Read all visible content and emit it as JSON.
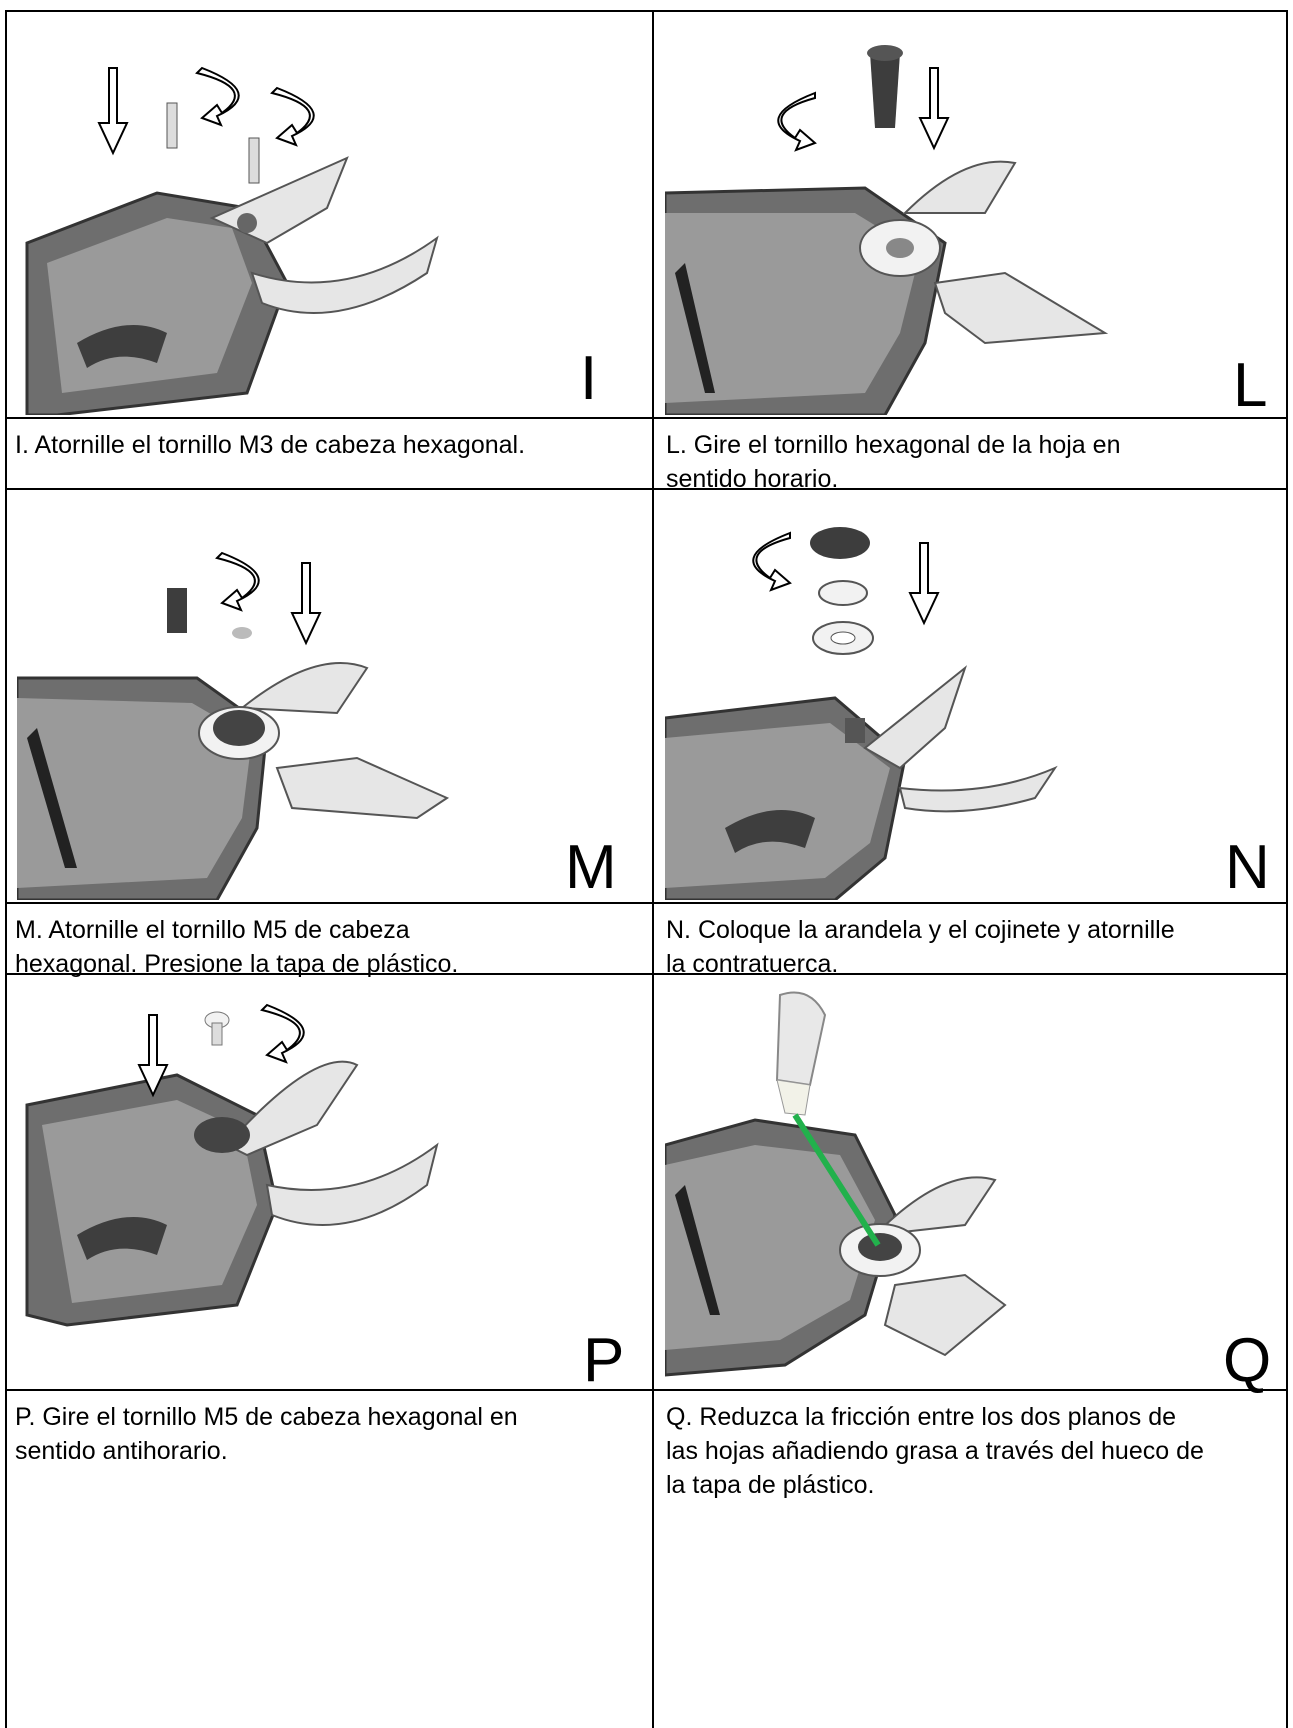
{
  "panels": [
    {
      "letter": "I",
      "caption_lines": [
        "I. Atornille el tornillo M3 de cabeza hexagonal."
      ]
    },
    {
      "letter": "L",
      "caption_lines": [
        "L. Gire el tornillo hexagonal de la hoja en",
        "sentido horario."
      ]
    },
    {
      "letter": "M",
      "caption_lines": [
        "M. Atornille el tornillo M5 de cabeza",
        "hexagonal. Presione la tapa de plástico."
      ]
    },
    {
      "letter": "N",
      "caption_lines": [
        "N. Coloque la arandela y el cojinete y atornille",
        "la contratuerca."
      ]
    },
    {
      "letter": "P",
      "caption_lines": [
        "P. Gire el tornillo M5 de cabeza hexagonal en",
        "sentido antihorario."
      ]
    },
    {
      "letter": "Q",
      "caption_lines": [
        "Q. Reduzca la fricción entre los dos planos de",
        "las hojas añadiendo grasa a través del hueco de",
        "la tapa de plástico."
      ]
    }
  ],
  "colors": {
    "body_dark": "#4a4a4a",
    "body_mid": "#8a8a8a",
    "blade": "#e6e6e6",
    "grease_needle": "#22b14c"
  }
}
